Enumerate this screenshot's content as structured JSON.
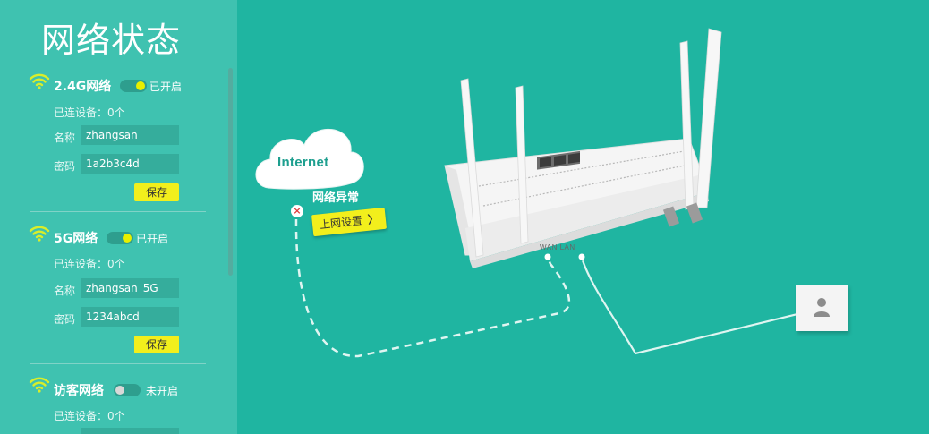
{
  "page": {
    "title": "网络状态"
  },
  "networks": [
    {
      "name": "2.4G网络",
      "toggle_on": true,
      "status": "已开启",
      "connected": "已连设备：0个",
      "name_label": "名称",
      "ssid": "zhangsan",
      "password_label": "密码",
      "password": "1a2b3c4d",
      "save_label": "保存"
    },
    {
      "name": "5G网络",
      "toggle_on": true,
      "status": "已开启",
      "connected": "已连设备：0个",
      "name_label": "名称",
      "ssid": "zhangsan_5G",
      "password_label": "密码",
      "password": "1234abcd",
      "save_label": "保存"
    },
    {
      "name": "访客网络",
      "toggle_on": false,
      "status": "未开启",
      "connected": "已连设备：0个"
    }
  ],
  "diagram": {
    "internet_label": "Internet",
    "error_mark": "×",
    "status_text": "网络异常",
    "settings_button": "上网设置",
    "settings_chevron": "〉",
    "port_labels": "WAN LAN"
  },
  "colors": {
    "background": "#1fb5a1",
    "panel": "#3fc2b0",
    "accent_yellow": "#f2ef1c",
    "wifi_icon": "#d9ee2a",
    "error_red": "#e03c3c"
  },
  "icons": {
    "wifi": "wifi-icon",
    "cloud": "cloud-icon",
    "error": "close-icon",
    "router": "router-icon",
    "user": "user-icon"
  }
}
